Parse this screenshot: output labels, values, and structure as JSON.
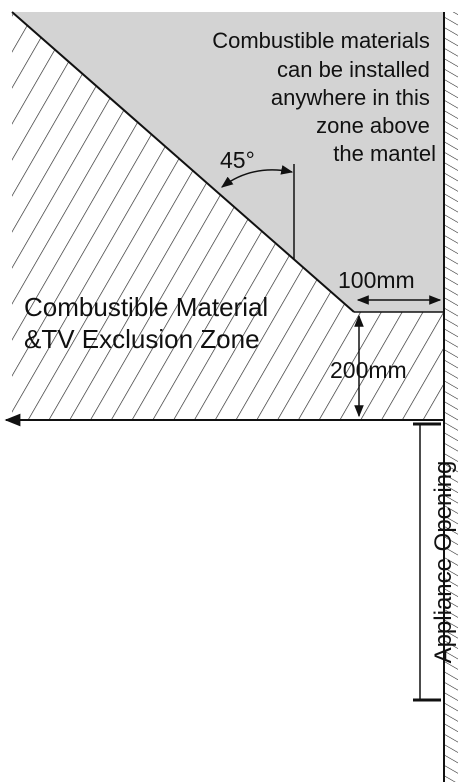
{
  "diagram": {
    "safe_zone_label": {
      "lines": [
        "Combustible materials",
        "can be installed",
        "anywhere in this",
        "zone above",
        "the mantel"
      ]
    },
    "angle_label": "45°",
    "exclusion_label": {
      "lines": [
        "Combustible Material",
        "&TV Exclusion Zone"
      ]
    },
    "dim_horizontal": "100mm",
    "dim_vertical": "200mm",
    "appliance_label": "Appliance Opening"
  },
  "colors": {
    "safe_zone_fill": "#d3d3d3",
    "line": "#111111",
    "background": "#ffffff"
  }
}
